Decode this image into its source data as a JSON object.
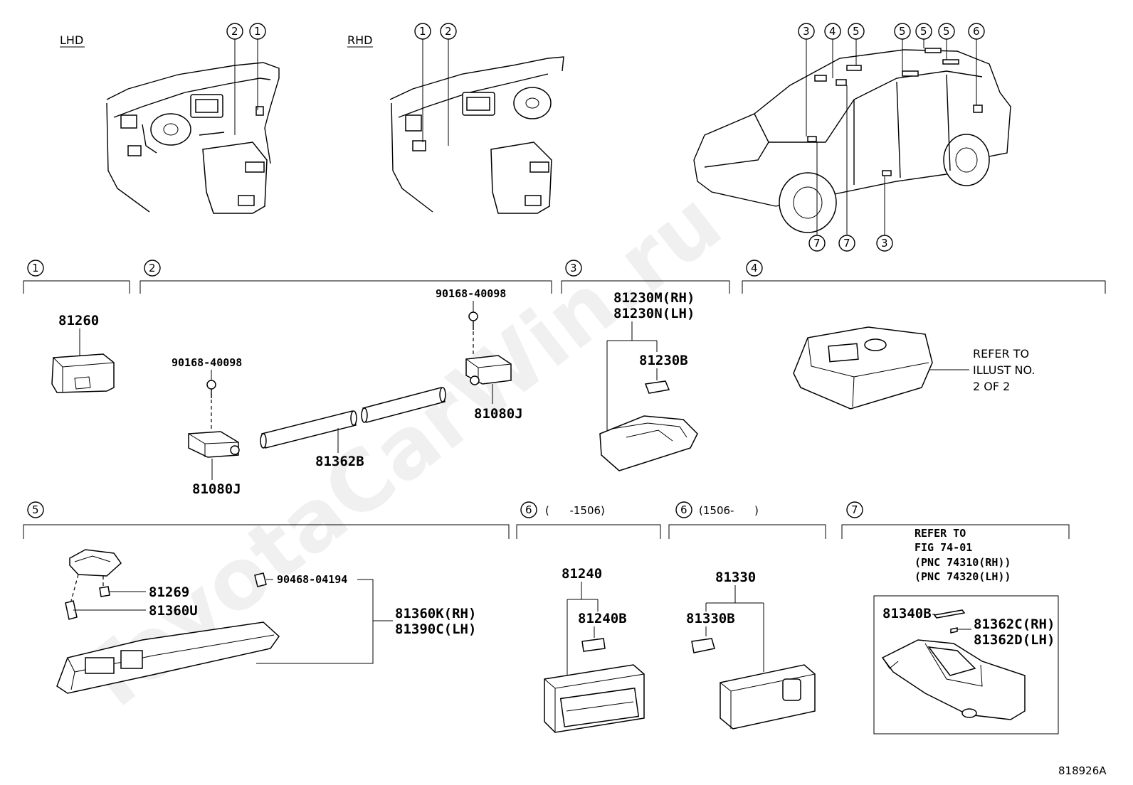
{
  "labels": {
    "lhd": "LHD",
    "rhd": "RHD",
    "figure_id": "818926A",
    "watermark": "ToyotaCarWin.ru"
  },
  "section_markers": [
    "1",
    "2",
    "3",
    "4",
    "5",
    "6",
    "6",
    "7"
  ],
  "section_ranges": {
    "s6a": "(      -1506)",
    "s6b": "(1506-      )"
  },
  "callouts": {
    "lhd": [
      "2",
      "1"
    ],
    "rhd": [
      "1",
      "2"
    ],
    "car_top": [
      "3",
      "4",
      "5",
      "5",
      "5",
      "5",
      "6"
    ],
    "car_bottom": [
      "7",
      "7",
      "3"
    ]
  },
  "parts": {
    "p81260": "81260",
    "p90168_a": "90168-40098",
    "p90168_b": "90168-40098",
    "p81080J_a": "81080J",
    "p81080J_b": "81080J",
    "p81362B": "81362B",
    "p81230M": "81230M(RH)",
    "p81230N": "81230N(LH)",
    "p81230B": "81230B",
    "refer_illust": [
      "REFER TO",
      "ILLUST NO.",
      "2 OF 2"
    ],
    "p81269": "81269",
    "p81360U": "81360U",
    "p90468": "90468-04194",
    "p81360K": "81360K(RH)",
    "p81390C": "81390C(LH)",
    "p81240": "81240",
    "p81240B": "81240B",
    "p81330": "81330",
    "p81330B": "81330B",
    "refer_fig": [
      "REFER TO",
      "FIG 74-01"
    ],
    "pnc_rh": "(PNC 74310(RH))",
    "pnc_lh": "(PNC 74320(LH))",
    "p81340B": "81340B",
    "p81362C": "81362C(RH)",
    "p81362D": "81362D(LH)"
  }
}
